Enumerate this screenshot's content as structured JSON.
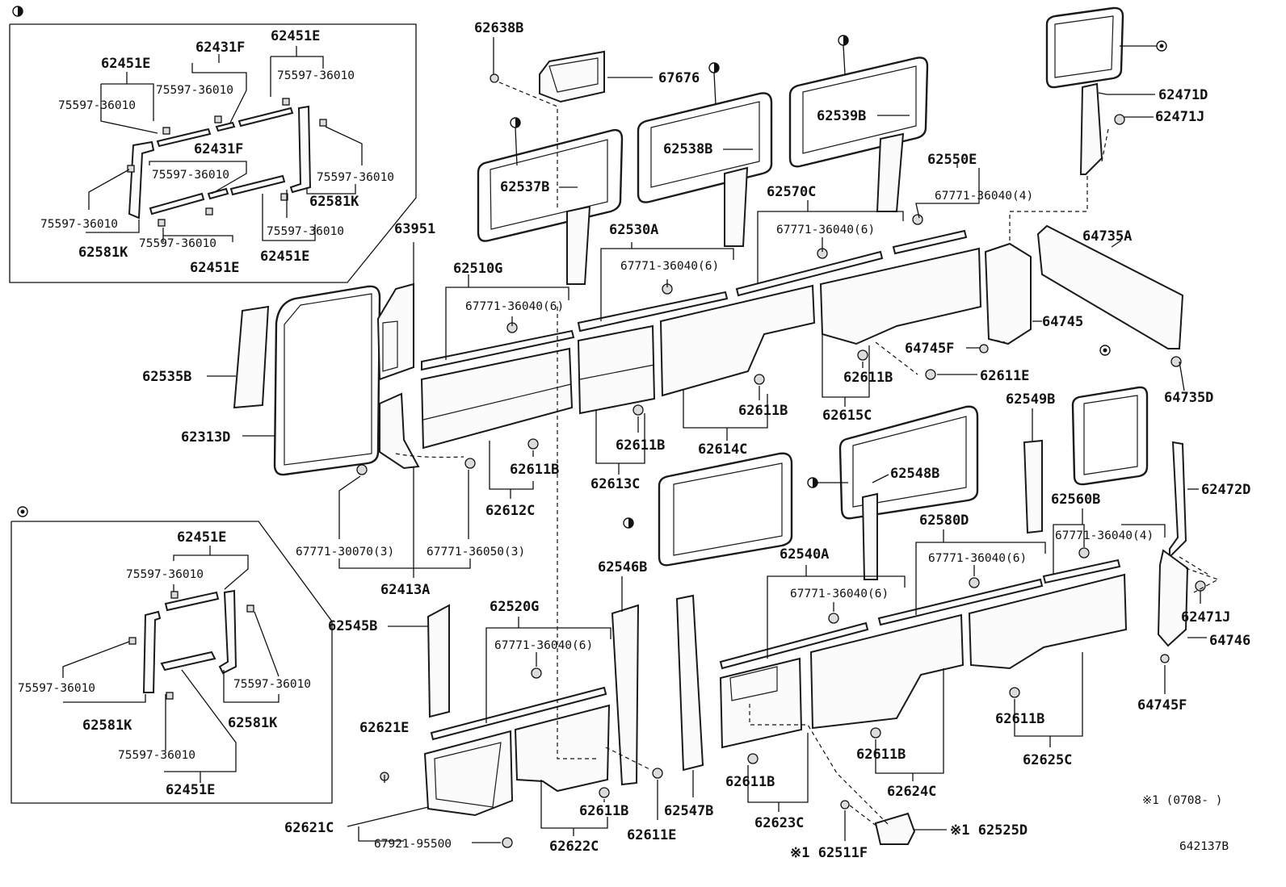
{
  "diagram_code": "642137B",
  "footnote": "※1 (0708-    )",
  "inset_a": {
    "labels": {
      "top_left": "62451E",
      "top_mid": "62431F",
      "top_right": "62451E",
      "c1": "75597-36010",
      "c2": "75597-36010",
      "c3": "75597-36010",
      "c4": "75597-36010",
      "c5": "75597-36010",
      "c6": "75597-36010",
      "c7": "75597-36010",
      "c8": "75597-36010",
      "mid_bar": "62431F",
      "k_left": "62581K",
      "k_right": "62581K",
      "bot_mid": "62451E",
      "bot_right": "62451E"
    }
  },
  "inset_b": {
    "labels": {
      "top": "62451E",
      "c1": "75597-36010",
      "c2": "75597-36010",
      "c3": "75597-36010",
      "c4": "75597-36010",
      "k_left": "62581K",
      "k_right": "62581K",
      "bottom": "62451E"
    }
  },
  "labels": {
    "l62638B": "62638B",
    "l67676": "67676",
    "l62537B": "62537B",
    "l62538B": "62538B",
    "l62539B": "62539B",
    "l62471D": "62471D",
    "l62471J_top": "62471J",
    "l62550E": "62550E",
    "l67771_4_top": "67771-36040(4)",
    "l62570C": "62570C",
    "l67771_6_a": "67771-36040(6)",
    "l62530A": "62530A",
    "l67771_6_b": "67771-36040(6)",
    "l62510G": "62510G",
    "l67771_6_c": "67771-36040(6)",
    "l63951": "63951",
    "l64735A": "64735A",
    "l64745": "64745",
    "l64745F_top": "64745F",
    "l62611E_top": "62611E",
    "l64735D": "64735D",
    "l62535B": "62535B",
    "l62313D": "62313D",
    "l62611B_1": "62611B",
    "l62615C": "62615C",
    "l62611B_2": "62611B",
    "l62614C": "62614C",
    "l62611B_3": "62611B",
    "l62613C": "62613C",
    "l62611B_4": "62611B",
    "l62612C": "62612C",
    "l67771_30070": "67771-30070(3)",
    "l67771_36050": "67771-36050(3)",
    "l62413A": "62413A",
    "l62549B": "62549B",
    "l62548B": "62548B",
    "l62472D": "62472D",
    "l62560B": "62560B",
    "l67771_4_b": "67771-36040(4)",
    "l62580D": "62580D",
    "l67771_6_d": "67771-36040(6)",
    "l62540A": "62540A",
    "l67771_6_e": "67771-36040(6)",
    "l62546B": "62546B",
    "l62545B": "62545B",
    "l62520G": "62520G",
    "l67771_6_f": "67771-36040(6)",
    "l62471J_b": "62471J",
    "l64746": "64746",
    "l64745F_b": "64745F",
    "l62611B_5": "62611B",
    "l62625C": "62625C",
    "l62611B_6": "62611B",
    "l62624C": "62624C",
    "l62611B_7": "62611B",
    "l62623C": "62623C",
    "l62621E": "62621E",
    "l62621C": "62621C",
    "l67921": "67921-95500",
    "l62611B_8": "62611B",
    "l62622C": "62622C",
    "l62611E_b": "62611E",
    "l62547B": "62547B",
    "l62511F": "※1 62511F",
    "l62525D": "※1 62525D"
  }
}
